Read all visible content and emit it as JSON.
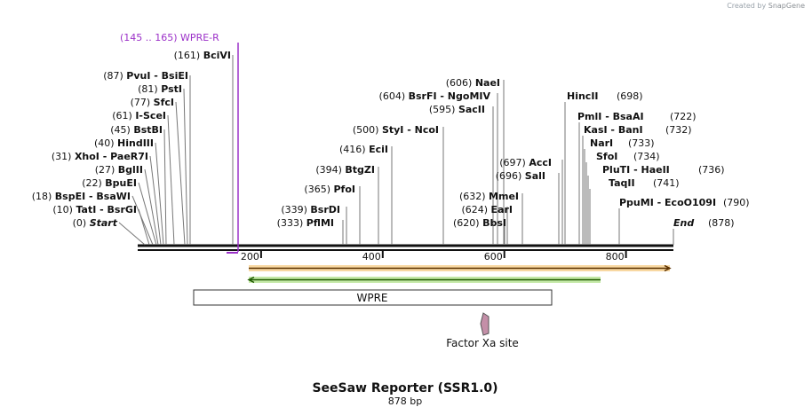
{
  "credit": {
    "prefix": "Created by",
    "brand": "SnapGene"
  },
  "map": {
    "title": "SeeSaw Reporter (SSR1.0)",
    "length_label": "878 bp",
    "total_bp": 878
  },
  "primer": {
    "label": "(145 .. 165)",
    "name": "WPRE-R",
    "start": 145,
    "end": 165,
    "color": "#9b30c8"
  },
  "ticks": [
    {
      "label": "200",
      "pos": 200
    },
    {
      "label": "400",
      "pos": 400
    },
    {
      "label": "600",
      "pos": 600
    },
    {
      "label": "800",
      "pos": 800
    }
  ],
  "left_sites": [
    {
      "pos": "(0)",
      "name": "Start",
      "cut": 0,
      "italic": true
    },
    {
      "pos": "(10)",
      "name": "TatI",
      "name2": "BsrGI",
      "cut": 10
    },
    {
      "pos": "(18)",
      "name": "BspEI",
      "name2": "BsaWI",
      "cut": 18
    },
    {
      "pos": "(22)",
      "name": "BpuEI",
      "cut": 22
    },
    {
      "pos": "(27)",
      "name": "BglII",
      "cut": 27
    },
    {
      "pos": "(31)",
      "name": "XhoI",
      "name2": "PaeR7I",
      "cut": 31
    },
    {
      "pos": "(40)",
      "name": "HindIII",
      "cut": 40
    },
    {
      "pos": "(45)",
      "name": "BstBI",
      "cut": 45
    },
    {
      "pos": "(61)",
      "name": "I-SceI",
      "cut": 61
    },
    {
      "pos": "(77)",
      "name": "SfcI",
      "cut": 77
    },
    {
      "pos": "(81)",
      "name": "PstI",
      "cut": 81
    },
    {
      "pos": "(87)",
      "name": "PvuI",
      "name2": "BsiEI",
      "cut": 87
    },
    {
      "pos": "(161)",
      "name": "BciVI",
      "cut": 161
    }
  ],
  "mid_sites": [
    {
      "pos": "(333)",
      "name": "PflMI",
      "cut": 333
    },
    {
      "pos": "(339)",
      "name": "BsrDI",
      "cut": 339
    },
    {
      "pos": "(365)",
      "name": "PfoI",
      "cut": 365
    },
    {
      "pos": "(394)",
      "name": "BtgZI",
      "cut": 394
    },
    {
      "pos": "(416)",
      "name": "EciI",
      "cut": 416
    },
    {
      "pos": "(500)",
      "name": "StyI",
      "name2": "NcoI",
      "cut": 500
    },
    {
      "pos": "(595)",
      "name": "SacII",
      "cut": 595
    },
    {
      "pos": "(604)",
      "name": "BsrFI",
      "name2": "NgoMIV",
      "cut": 604
    },
    {
      "pos": "(606)",
      "name": "NaeI",
      "cut": 606
    },
    {
      "pos": "(620)",
      "name": "BbsI",
      "cut": 620
    },
    {
      "pos": "(624)",
      "name": "EarI",
      "cut": 624
    },
    {
      "pos": "(632)",
      "name": "MmeI",
      "cut": 632
    },
    {
      "pos": "(696)",
      "name": "SalI",
      "cut": 696
    },
    {
      "pos": "(697)",
      "name": "AccI",
      "cut": 697
    }
  ],
  "right_sites": [
    {
      "pos": "(698)",
      "name": "HincII",
      "cut": 698
    },
    {
      "pos": "(722)",
      "name": "PmlI",
      "name2": "BsaAI",
      "cut": 722
    },
    {
      "pos": "(732)",
      "name": "KasI",
      "name2": "BanI",
      "cut": 732
    },
    {
      "pos": "(733)",
      "name": "NarI",
      "cut": 733
    },
    {
      "pos": "(734)",
      "name": "SfoI",
      "cut": 734
    },
    {
      "pos": "(736)",
      "name": "PluTI",
      "name2": "HaeII",
      "cut": 736
    },
    {
      "pos": "(741)",
      "name": "TaqII",
      "cut": 741
    },
    {
      "pos": "(790)",
      "name": "PpuMI",
      "name2": "EcoO109I",
      "cut": 790
    },
    {
      "pos": "(878)",
      "name": "End",
      "cut": 878,
      "italic": true
    }
  ],
  "features": [
    {
      "type": "orf-forward",
      "start": 180,
      "end": 875,
      "color": "#f0a830"
    },
    {
      "type": "orf-reverse",
      "start": 180,
      "end": 760,
      "color": "#9bd86b"
    },
    {
      "type": "box",
      "label": "WPRE",
      "start": 90,
      "end": 680
    },
    {
      "type": "site",
      "label": "Factor Xa site",
      "start": 565,
      "end": 576,
      "color": "#c48fa8"
    }
  ]
}
